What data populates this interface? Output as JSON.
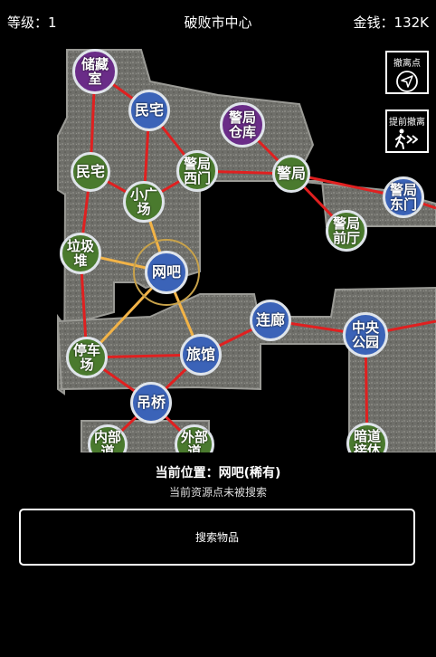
{
  "header": {
    "level": "等级：1",
    "title": "破败市中心",
    "money": "金钱：132K"
  },
  "side_buttons": {
    "evac_point": "撤离点",
    "early_evac": "提前撤离"
  },
  "map": {
    "current_node": "网吧",
    "nodes": [
      {
        "id": "storage",
        "label": "储藏\n室",
        "color": "purple"
      },
      {
        "id": "house1",
        "label": "民宅",
        "color": "blue"
      },
      {
        "id": "police_store",
        "label": "警局\n仓库",
        "color": "purple"
      },
      {
        "id": "house2",
        "label": "民宅",
        "color": "green"
      },
      {
        "id": "small_square",
        "label": "小广\n场",
        "color": "green"
      },
      {
        "id": "police_west",
        "label": "警局\n西门",
        "color": "green"
      },
      {
        "id": "police",
        "label": "警局",
        "color": "green"
      },
      {
        "id": "police_east",
        "label": "警局\n东门",
        "color": "blue"
      },
      {
        "id": "police_front",
        "label": "警局\n前厅",
        "color": "green"
      },
      {
        "id": "garbage",
        "label": "垃圾\n堆",
        "color": "green"
      },
      {
        "id": "netcafe",
        "label": "网吧",
        "color": "blue"
      },
      {
        "id": "corridor",
        "label": "连廊",
        "color": "blue"
      },
      {
        "id": "central_park",
        "label": "中央\n公园",
        "color": "blue"
      },
      {
        "id": "parking",
        "label": "停车\n场",
        "color": "green"
      },
      {
        "id": "hotel",
        "label": "旅馆",
        "color": "blue"
      },
      {
        "id": "bridge",
        "label": "吊桥",
        "color": "blue"
      },
      {
        "id": "inner",
        "label": "内部\n道",
        "color": "green"
      },
      {
        "id": "outer",
        "label": "外部\n道",
        "color": "green"
      },
      {
        "id": "dark_passage",
        "label": "暗道\n接体",
        "color": "green"
      }
    ],
    "edges": [
      [
        "storage",
        "house1"
      ],
      [
        "storage",
        "house2"
      ],
      [
        "house1",
        "small_square"
      ],
      [
        "house1",
        "police_west"
      ],
      [
        "house2",
        "small_square"
      ],
      [
        "house2",
        "garbage"
      ],
      [
        "small_square",
        "police_west"
      ],
      [
        "police_west",
        "police"
      ],
      [
        "police_store",
        "police"
      ],
      [
        "police",
        "police_east"
      ],
      [
        "police",
        "police_front"
      ],
      [
        "garbage",
        "parking"
      ],
      [
        "parking",
        "hotel"
      ],
      [
        "parking",
        "bridge"
      ],
      [
        "hotel",
        "corridor"
      ],
      [
        "hotel",
        "bridge"
      ],
      [
        "corridor",
        "central_park"
      ],
      [
        "central_park",
        "dark_passage"
      ],
      [
        "bridge",
        "inner"
      ],
      [
        "bridge",
        "outer"
      ]
    ],
    "active_edges": [
      [
        "netcafe",
        "small_square"
      ],
      [
        "netcafe",
        "garbage"
      ],
      [
        "netcafe",
        "parking"
      ],
      [
        "netcafe",
        "hotel"
      ]
    ],
    "colors": {
      "green": "#4a7a2e",
      "blue": "#3b63b8",
      "purple": "#6a2c88",
      "edge": "#e02020",
      "active_edge": "#f2b347"
    }
  },
  "status": {
    "location": "当前位置：网吧(稀有)",
    "search_state": "当前资源点未被搜索"
  },
  "actions": {
    "search": "搜索物品"
  }
}
